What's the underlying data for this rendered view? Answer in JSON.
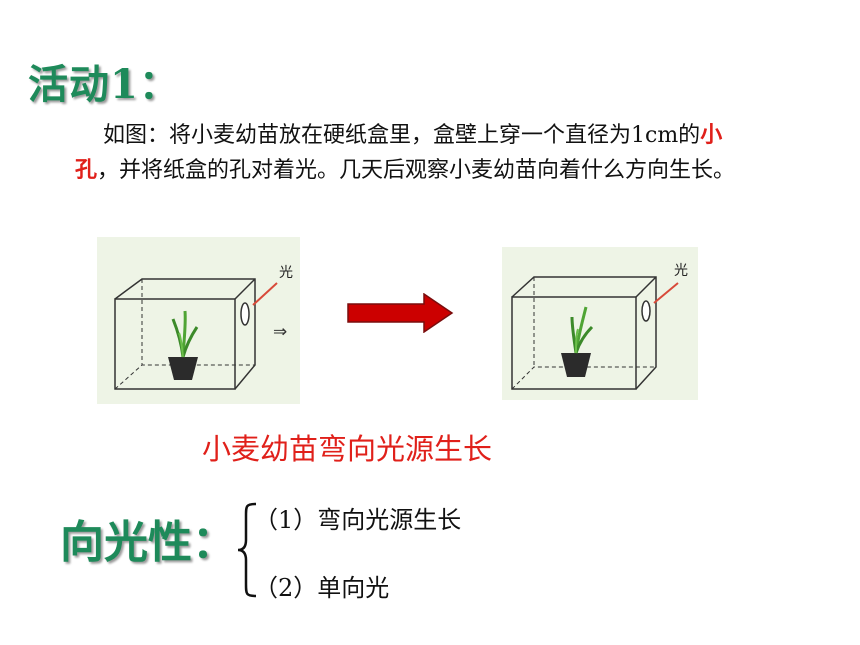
{
  "activity": {
    "title": "活动1："
  },
  "instruction": {
    "part1": "如图：将小麦幼苗放在硬纸盒里，盒壁上穿一个直径为1cm的",
    "highlight": "小孔",
    "part2": "，并将纸盒的孔对着光。几天后观察小麦幼苗向着什么方向生长。"
  },
  "figure": {
    "left_light_label": "光",
    "left_arrow": "⇒",
    "right_light_label": "光",
    "arrow_color": "#cc0000",
    "caption": "小麦幼苗弯向光源生长"
  },
  "definition": {
    "term": "向光性：",
    "items": [
      "（1）弯向光源生长",
      "（2）单向光"
    ]
  }
}
